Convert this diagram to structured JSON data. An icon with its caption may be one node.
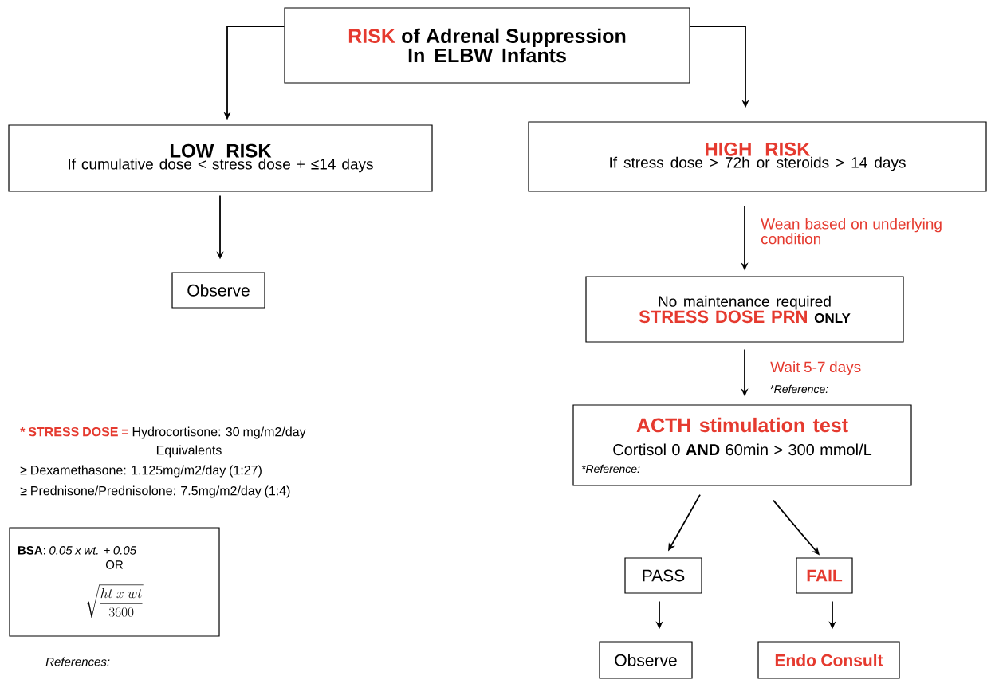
{
  "diagram": {
    "nodes": [
      {
        "text": [
          "RISK",
          "of Adrenal Suppression In ELBW Infants"
        ]
      },
      {
        "text": [
          "LOW RISK",
          "If cumulative dose < stress dose + ≤14 days"
        ]
      },
      {
        "text": [
          "HIGH RISK",
          "If stress dose > 72h or steroids > 14 days"
        ]
      },
      {
        "text": [
          "Observe"
        ]
      },
      {
        "text": [
          "No maintenance required",
          "STRESS DOSE PRN",
          "ONLY"
        ]
      },
      {
        "text": [
          "ACTH stimulation test",
          "Cortisol 0 **AND** 60min > 300 mmol/L",
          "*Reference:"
        ]
      },
      {
        "text": [
          "PASS"
        ]
      },
      {
        "text": [
          "FAIL"
        ]
      },
      {
        "text": [
          "Observe"
        ]
      },
      {
        "text": [
          "Endo Consult"
        ]
      },
      {
        "text": [
          "**BSA**: *0.05 x wt. + 0.05*",
          "OR",
          "\\sqrt{\\frac{ht\\ x\\ wt}{3600}}"
        ]
      }
    ],
    "edges": [
      {
        "from": 0,
        "to": 1,
        "arrow": "to"
      },
      {
        "from": 0,
        "to": 2,
        "arrow": "to"
      },
      {
        "from": 1,
        "to": 3,
        "arrow": "to"
      },
      {
        "from": 2,
        "to": 4,
        "arrow": "to",
        "label": "Wean based on underlying condition"
      },
      {
        "from": 4,
        "to": 5,
        "arrow": "to",
        "label": "Wait 5-7 days"
      },
      {
        "from": 5,
        "to": 6,
        "arrow": "to"
      },
      {
        "from": 5,
        "to": 7,
        "arrow": "to"
      },
      {
        "from": 6,
        "to": 8,
        "arrow": "to"
      },
      {
        "from": 7,
        "to": 9,
        "arrow": "to"
      }
    ],
    "labels": [
      "*Reference:",
      "* STRESS DOSE =",
      "Hydrocortisone: 30 mg/m2/day",
      "Equivalents",
      "≥ Dexamethasone: 1.125mg/m2/day (1:27)",
      "≥ Prednisone/Prednisolone: 7.5mg/m2/day (1:4)",
      "References:"
    ]
  }
}
